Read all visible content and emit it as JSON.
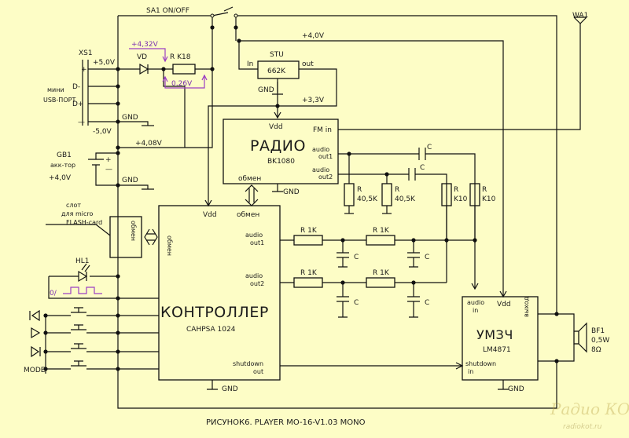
{
  "title": "РИСУНОК6. PLAYER MO-16-V1.03 MONO",
  "watermark": {
    "main": "Радио КОТ",
    "sub": "radiokot.ru"
  },
  "switch_label": "SA1 ON/OFF",
  "antenna_label": "WA1",
  "rails": {
    "v40_top": "+4,0V",
    "v33": "+3,3V",
    "v408": "+4,08V"
  },
  "measure": {
    "v432": "+4,32V",
    "v026": "0,26V"
  },
  "usb": {
    "ref": "XS1",
    "plus5": "+5,0V",
    "dminus": "D-",
    "dplus": "D+",
    "minus5": "-5,0V",
    "gnd": "GND",
    "name_line1": "мини",
    "name_line2": "USB-ПОРТ"
  },
  "diode": {
    "ref": "VD"
  },
  "res_k18": {
    "ref": "R K18"
  },
  "stu": {
    "ref": "STU",
    "part": "662K",
    "pin_in": "In",
    "pin_out": "out",
    "gnd": "GND"
  },
  "battery": {
    "ref": "GB1",
    "line1": "акк-тор",
    "voltage": "+4,0V",
    "gnd": "GND"
  },
  "radio": {
    "title": "РАДИО",
    "part": "BK1080",
    "vdd": "Vdd",
    "fm_in": "FM in",
    "ao1a": "audio",
    "ao1b": "out1",
    "ao2a": "audio",
    "ao2b": "out2",
    "bus": "обмен",
    "gnd": "GND"
  },
  "cap_label": "C",
  "res_405a": {
    "ref": "R",
    "value": "40,5K"
  },
  "res_405b": {
    "ref": "R",
    "value": "40,5K"
  },
  "res_k10a": {
    "ref": "R",
    "value": "K10"
  },
  "res_k10b": {
    "ref": "R",
    "value": "K10"
  },
  "res_1k": {
    "ref": "R 1K"
  },
  "slot": {
    "line1": "слот",
    "line2": "для micro",
    "line3": "FLASH-card",
    "bus": "обмен"
  },
  "controller": {
    "title": "КОНТРОЛЛЕР",
    "part": "САНРSA 1024",
    "vdd": "Vdd",
    "bus_top": "обмен",
    "bus_left": "обмен",
    "ao1a": "audio",
    "ao1b": "out1",
    "ao2a": "audio",
    "ao2b": "out2",
    "sd_a": "shutdown",
    "sd_b": "out",
    "gnd": "GND"
  },
  "led": {
    "ref": "HL1",
    "waveform": "0/"
  },
  "mode_label": "MODE",
  "amp": {
    "title": "УМЗЧ",
    "part": "LM4871",
    "ain_a": "audio",
    "ain_b": "in",
    "vdd": "Vdd",
    "sd_a": "shutdown",
    "sd_b": "in",
    "out": "выход",
    "gnd": "GND"
  },
  "speaker": {
    "ref": "BF1",
    "power": "0,5W",
    "imp": "8Ω"
  }
}
